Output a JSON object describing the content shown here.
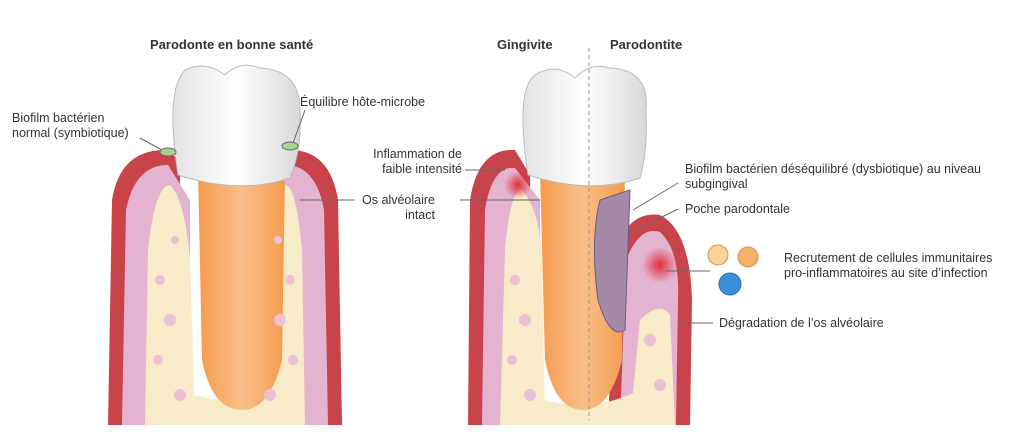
{
  "titles": {
    "healthy": "Parodonte en bonne santé",
    "gingivitis": "Gingivite",
    "periodontitis": "Parodontite"
  },
  "labels": {
    "biofilm_normal_1": "Biofilm bactérien",
    "biofilm_normal_2": "normal (symbiotique)",
    "balance": "Équilibre hôte-microbe",
    "bone_intact_1": "Os alvéolaire",
    "bone_intact_2": "intact",
    "inflammation_1": "Inflammation de",
    "inflammation_2": "faible intensité",
    "dysbiotic_1": "Biofilm bactérien déséquilibré (dysbiotique) au niveau",
    "dysbiotic_2": "subgingival",
    "pocket": "Poche parodontale",
    "immune_1": "Recrutement de cellules immunitaires",
    "immune_2": "pro-inflammatoires au site d’infection",
    "bone_loss": "Dégradation de l’os alvéolaire"
  },
  "colors": {
    "gum": "#c9434a",
    "gum_inner": "#e4b3cf",
    "bone": "#f7ebc9",
    "bone_holes": "#ebbfd6",
    "root": "#f3a35c",
    "crown": "#f0f0f0"
  }
}
